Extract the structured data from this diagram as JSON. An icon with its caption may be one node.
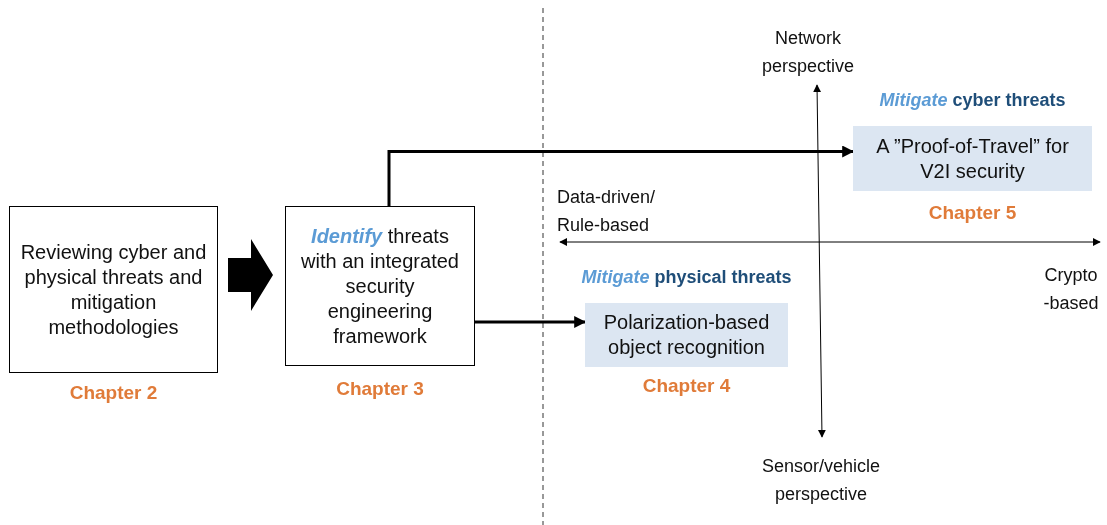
{
  "diagram": {
    "nodes": [
      {
        "text": [
          "Reviewing cyber and physical threats and mitigation methodologies"
        ],
        "beside": [
          "Chapter 2"
        ]
      },
      {
        "text": [
          "**Identify** threats with an integrated security engineering framework"
        ],
        "beside": [
          "Chapter 3"
        ]
      },
      {
        "text": [
          "**Mitigate** cyber threats",
          "A ”Proof-of-Travel” for V2I security"
        ],
        "beside": [
          "Chapter 5"
        ]
      },
      {
        "text": [
          "**Mitigate** physical threats",
          "Polarization-based object recognition"
        ],
        "beside": [
          "Chapter 4"
        ]
      }
    ],
    "edges": [
      {
        "from": 0,
        "to": 1,
        "arrow": "to",
        "style": "thick"
      },
      {
        "from": 1,
        "to": 2,
        "arrow": "to"
      },
      {
        "from": 1,
        "to": 3,
        "arrow": "to"
      }
    ],
    "labels": [
      "Network perspective",
      "Data-driven/ Rule-based",
      "Crypto -based",
      "Sensor/vehicle perspective"
    ]
  }
}
